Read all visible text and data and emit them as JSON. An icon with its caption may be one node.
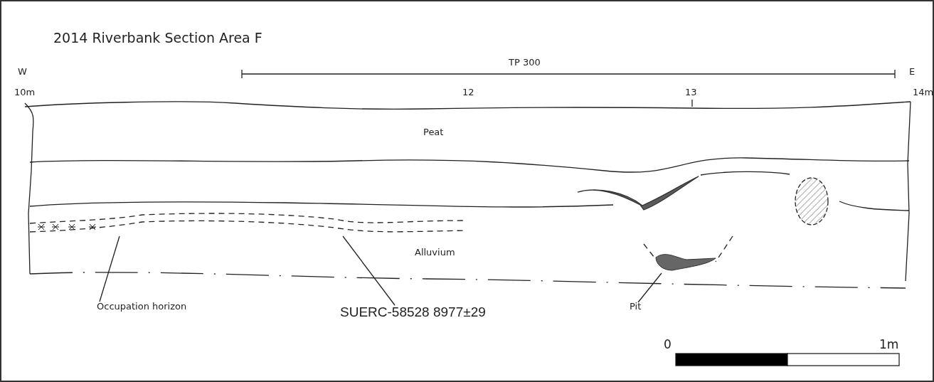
{
  "diagram": {
    "title": "2014 Riverbank Section Area F",
    "nodes": [
      {
        "text": [
          "Occupation horizon"
        ]
      },
      {
        "text": [],
        "shape": "band"
      },
      {
        "text": [
          "SUERC-58528 8977±29"
        ]
      },
      {
        "text": [],
        "shape": "blob"
      },
      {
        "text": [
          "Pit"
        ]
      }
    ],
    "edges": [
      {
        "from": 0,
        "to": 1,
        "arrow": "none"
      },
      {
        "from": 2,
        "to": 1,
        "arrow": "none"
      },
      {
        "from": 4,
        "to": 3,
        "arrow": "none"
      }
    ],
    "labels": [
      "W",
      "TP 300",
      "E",
      "10m",
      "12",
      "13",
      "14m",
      "Peat",
      "Alluvium",
      "0",
      "1m"
    ]
  }
}
